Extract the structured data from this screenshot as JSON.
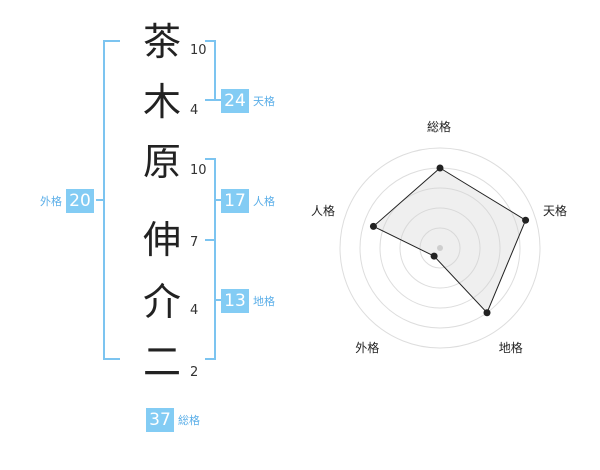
{
  "name": {
    "kanji": [
      "茶",
      "木",
      "原",
      "伸",
      "介",
      "二"
    ],
    "strokes": [
      "10",
      "4",
      "10",
      "7",
      "4",
      "2"
    ]
  },
  "fortune": {
    "tenkaku": {
      "value": "24",
      "label": "天格"
    },
    "jinkaku": {
      "value": "17",
      "label": "人格"
    },
    "chikaku": {
      "value": "13",
      "label": "地格"
    },
    "gaikaku": {
      "value": "20",
      "label": "外格"
    },
    "soukaku": {
      "value": "37",
      "label": "総格"
    }
  },
  "chart_data": {
    "type": "radar",
    "axes": [
      "総格",
      "天格",
      "地格",
      "外格",
      "人格"
    ],
    "values": [
      4,
      4.5,
      4,
      0.5,
      3.5
    ],
    "rmax": 5,
    "rings": 5
  },
  "colors": {
    "accent": "#83ccf4",
    "bracket": "#7cc4f0",
    "label": "#5aaee8"
  }
}
